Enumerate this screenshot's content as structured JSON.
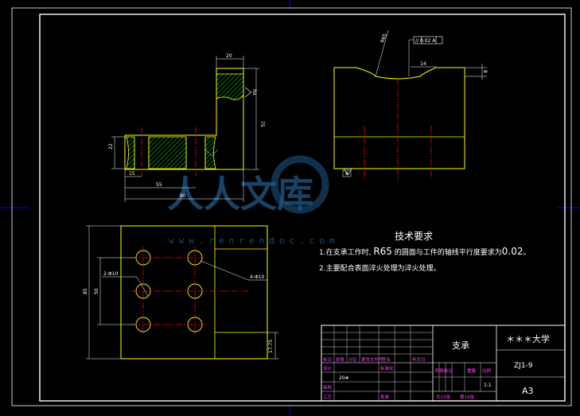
{
  "top_view": {
    "dims": {
      "width_20": "20",
      "height_75": "75",
      "height_22": "22",
      "len_15": "15",
      "len_55": "55",
      "len_90": "90",
      "rough_top": "Ra",
      "rough_side": "Ra"
    }
  },
  "right_view": {
    "dims": {
      "radius_note": "R65",
      "tolerance_frame": "// 0.02 A",
      "dim_14": "14",
      "dim_8": "8",
      "datum_a": "A"
    }
  },
  "plan_view": {
    "dims": {
      "height_85": "85",
      "height_50": "50",
      "hole_left": "2-Φ10",
      "hole_right": "4-Φ10",
      "dim_17_75": "17.75"
    }
  },
  "tech_requirements": {
    "title": "技术要求",
    "line1_prefix": "1.在支承工作时, ",
    "line1_value": "R65",
    "line1_suffix": " 的圆面与工件的轴线平行度要求为",
    "line1_tol": "0.02",
    "line1_end": "。",
    "line2": "2.主要配合表面淬火处理为淬火处理。"
  },
  "title_block": {
    "part_name": "支承",
    "school": "＊＊＊大学",
    "drawing_no": "ZJ1-9",
    "sheet_size": "A3",
    "material": "20#",
    "scale": "1:1",
    "sheet_total": "共23张",
    "sheet_index": "第19张",
    "cells": {
      "mark": "标记",
      "count": "处数",
      "zone": "分区",
      "change_doc": "更改文件号",
      "sign": "签名",
      "date": "年月日",
      "design": "设计",
      "standardize": "标准化",
      "review": "审核",
      "process": "工艺",
      "approve": "批准",
      "stage_mark": "阶段标记",
      "weight": "重量",
      "ratio": "比例"
    }
  },
  "watermark": {
    "text": "人人文库",
    "url": "www.renrendoc.com"
  },
  "colors": {
    "outline": "#ffff00",
    "center": "#ff0000",
    "dimension": "#ffffff",
    "hatch": "#00ff00",
    "frame": "#ffffff",
    "blue_border": "#0000ff",
    "magenta": "#ff44ff"
  }
}
